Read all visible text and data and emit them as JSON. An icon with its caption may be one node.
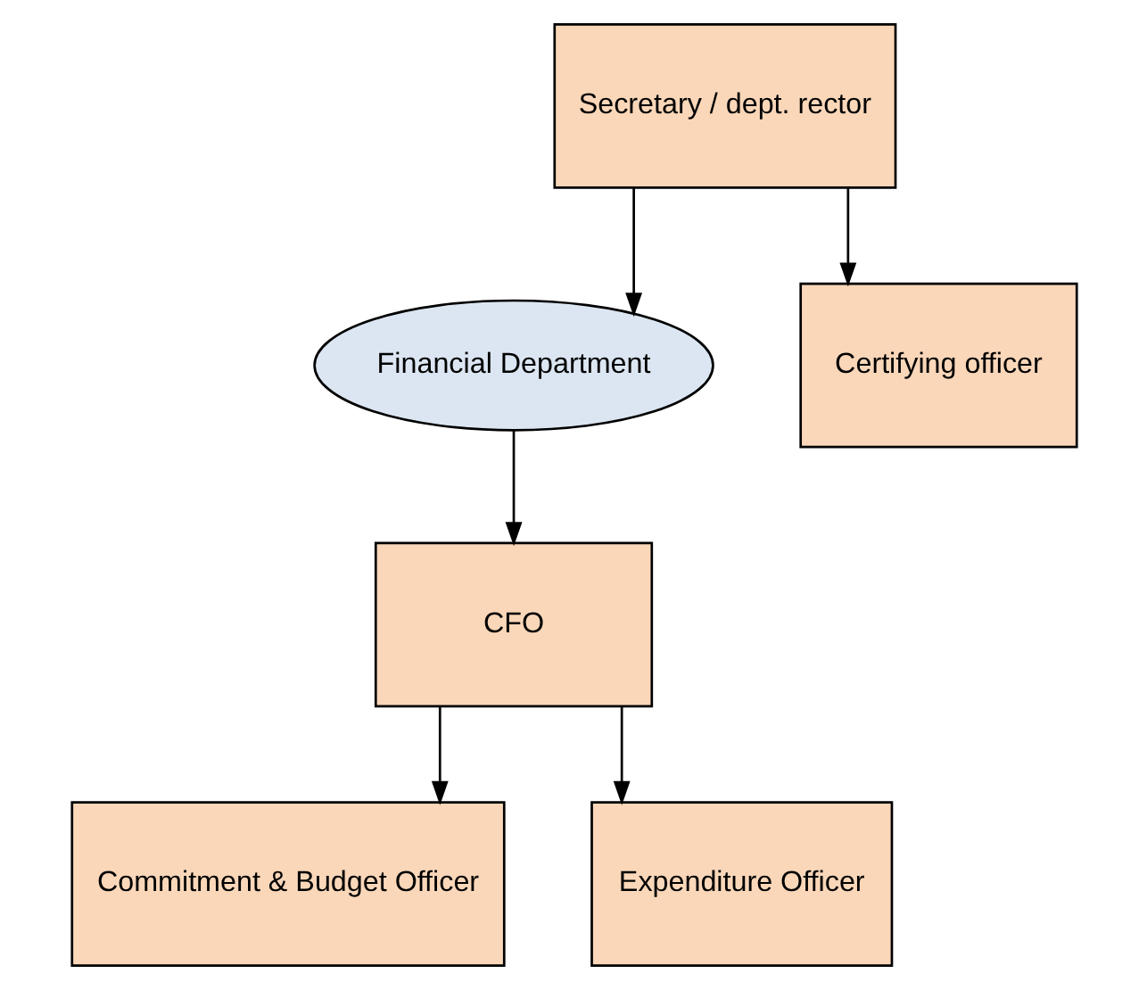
{
  "diagram": {
    "nodes": [
      {
        "text": [
          "Secretary / dept. rector"
        ]
      },
      {
        "text": [
          "Financial Department"
        ]
      },
      {
        "text": [
          "Certifying officer"
        ]
      },
      {
        "text": [
          "CFO"
        ]
      },
      {
        "text": [
          "Commitment & Budget Officer"
        ]
      },
      {
        "text": [
          "Expenditure Officer"
        ]
      }
    ],
    "edges": [
      {
        "from": 0,
        "to": 1,
        "arrow": "to"
      },
      {
        "from": 0,
        "to": 2,
        "arrow": "to"
      },
      {
        "from": 1,
        "to": 3,
        "arrow": "to"
      },
      {
        "from": 3,
        "to": 4,
        "arrow": "to"
      },
      {
        "from": 3,
        "to": 5,
        "arrow": "to"
      }
    ]
  }
}
